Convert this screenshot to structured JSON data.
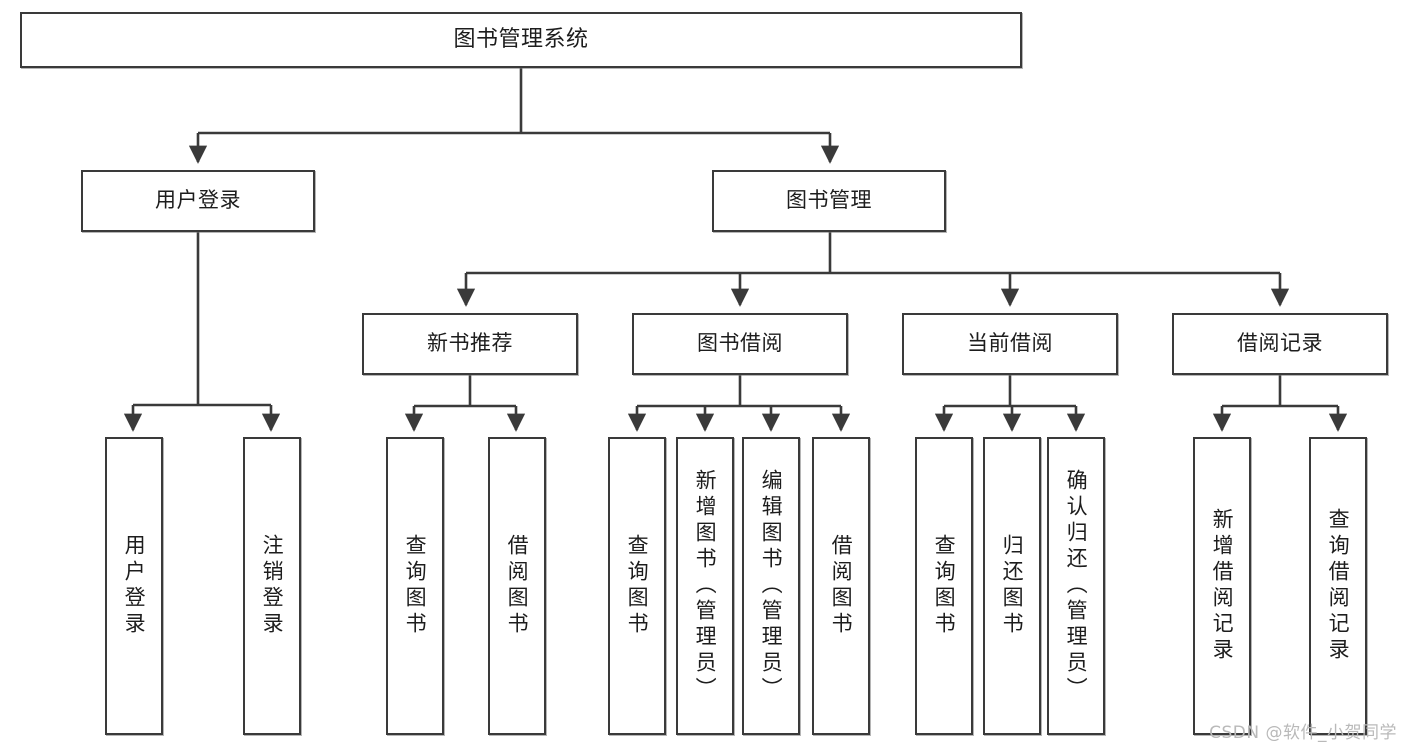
{
  "diagram": {
    "title": "图书管理系统",
    "type": "tree-hierarchy",
    "watermark": "CSDN @软件_小贺同学",
    "colors": {
      "box_border": "#3a3a3a",
      "box_fill": "#ffffff",
      "connector": "#3a3a3a",
      "text": "#1d1d1d",
      "watermark": "#b9b9b9",
      "background": "#ffffff"
    },
    "root": {
      "label": "图书管理系统"
    },
    "level2": [
      {
        "label": "用户登录"
      },
      {
        "label": "图书管理"
      }
    ],
    "level3": [
      {
        "label": "新书推荐"
      },
      {
        "label": "图书借阅"
      },
      {
        "label": "当前借阅"
      },
      {
        "label": "借阅记录"
      }
    ],
    "leaves": {
      "user_login": [
        {
          "label": "用户登录"
        },
        {
          "label": "注销登录"
        }
      ],
      "new_book_recommend": [
        {
          "label": "查询图书"
        },
        {
          "label": "借阅图书"
        }
      ],
      "book_borrow": [
        {
          "label": "查询图书"
        },
        {
          "label": "新增图书（管理员）"
        },
        {
          "label": "编辑图书（管理员）"
        },
        {
          "label": "借阅图书"
        }
      ],
      "current_borrow": [
        {
          "label": "查询图书"
        },
        {
          "label": "归还图书"
        },
        {
          "label": "确认归还（管理员）"
        }
      ],
      "borrow_record": [
        {
          "label": "新增借阅记录"
        },
        {
          "label": "查询借阅记录"
        }
      ]
    }
  }
}
